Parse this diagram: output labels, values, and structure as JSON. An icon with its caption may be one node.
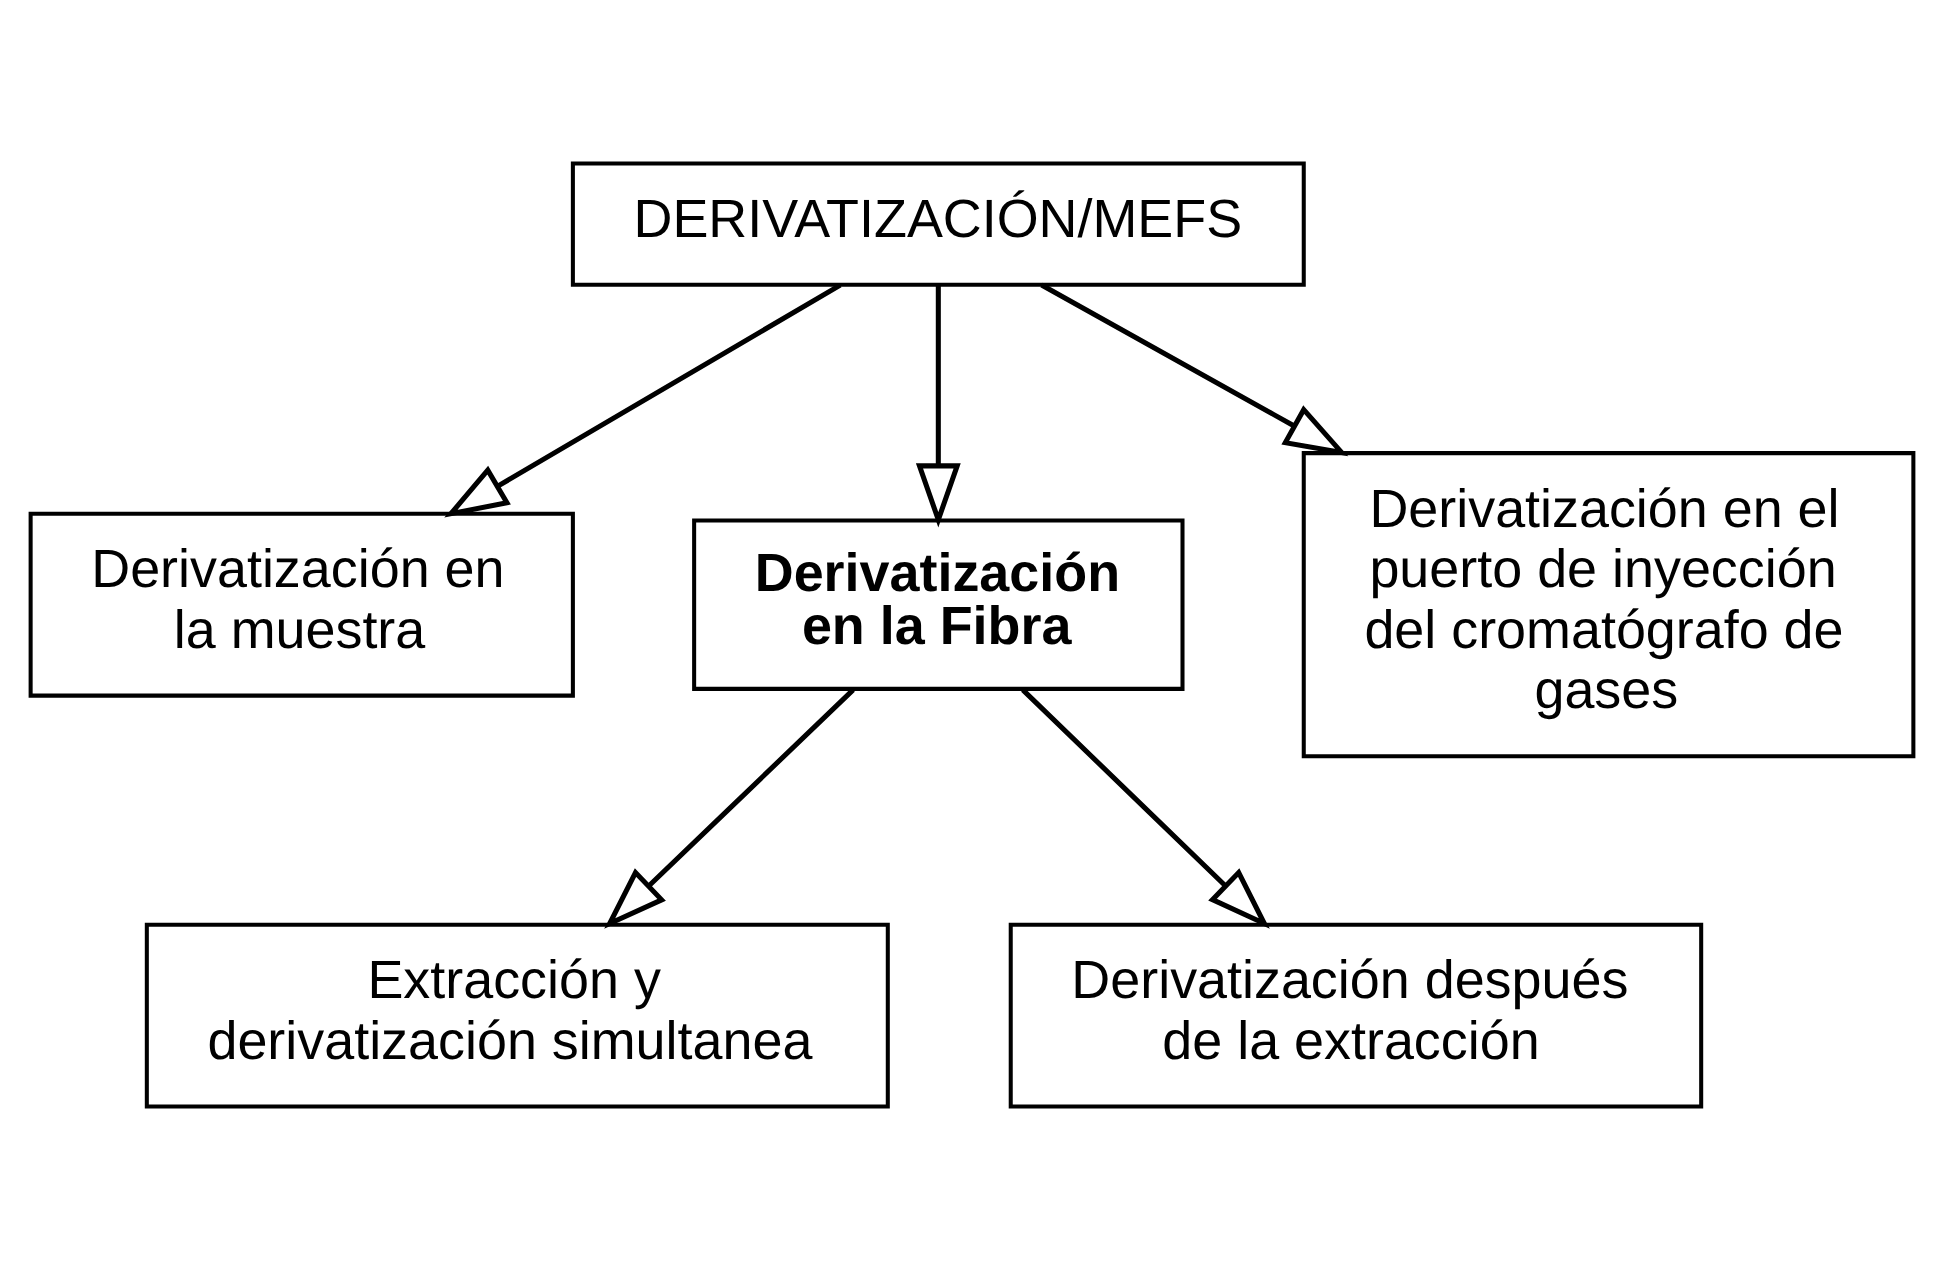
{
  "diagram": {
    "nodes": [
      {
        "text": [
          "DERIVATIZACIÓN/MEFS"
        ]
      },
      {
        "text": [
          "Derivatización en la muestra"
        ]
      },
      {
        "text": [
          "Derivatización en la Fibra"
        ]
      },
      {
        "text": [
          "Derivatización en el puerto de inyección del cromatógrafo de gases"
        ]
      },
      {
        "text": [
          "Extracción y derivatización simultanea"
        ]
      },
      {
        "text": [
          "Derivatización después de la extracción"
        ]
      }
    ],
    "edges": [
      {
        "from": 0,
        "to": 1,
        "arrow": "to"
      },
      {
        "from": 0,
        "to": 2,
        "arrow": "to"
      },
      {
        "from": 0,
        "to": 3,
        "arrow": "to"
      },
      {
        "from": 2,
        "to": 4,
        "arrow": "to"
      },
      {
        "from": 2,
        "to": 5,
        "arrow": "to"
      }
    ]
  }
}
